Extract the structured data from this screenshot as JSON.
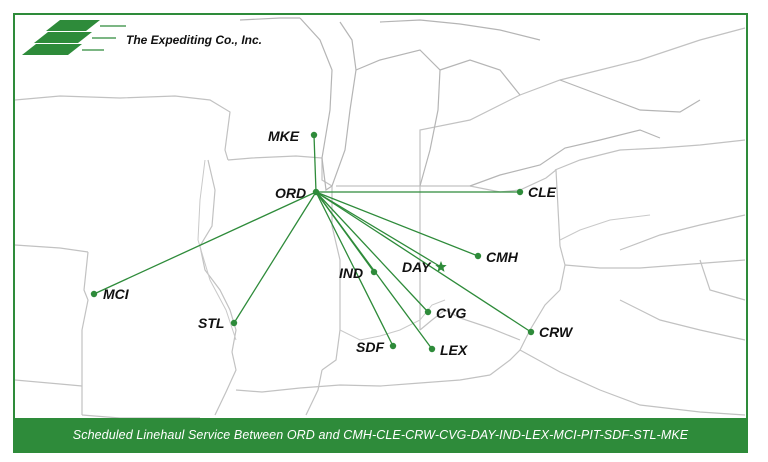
{
  "company_name": "The Expediting Co., Inc.",
  "caption": "Scheduled Linehaul Service Between ORD and CMH-CLE-CRW-CVG-DAY-IND-LEX-MCI-PIT-SDF-STL-MKE",
  "colors": {
    "brand_green": "#2e8b3a",
    "border": "#2e8b3a",
    "map_lines": "#bfbfbf"
  },
  "hub": "ORD",
  "cities": [
    {
      "code": "ORD",
      "marker": "dot"
    },
    {
      "code": "MKE",
      "marker": "dot"
    },
    {
      "code": "CLE",
      "marker": "dot"
    },
    {
      "code": "CMH",
      "marker": "dot"
    },
    {
      "code": "DAY",
      "marker": "star"
    },
    {
      "code": "IND",
      "marker": "dot"
    },
    {
      "code": "MCI",
      "marker": "dot"
    },
    {
      "code": "STL",
      "marker": "dot"
    },
    {
      "code": "CVG",
      "marker": "dot"
    },
    {
      "code": "CRW",
      "marker": "dot"
    },
    {
      "code": "SDF",
      "marker": "dot"
    },
    {
      "code": "LEX",
      "marker": "dot"
    }
  ]
}
